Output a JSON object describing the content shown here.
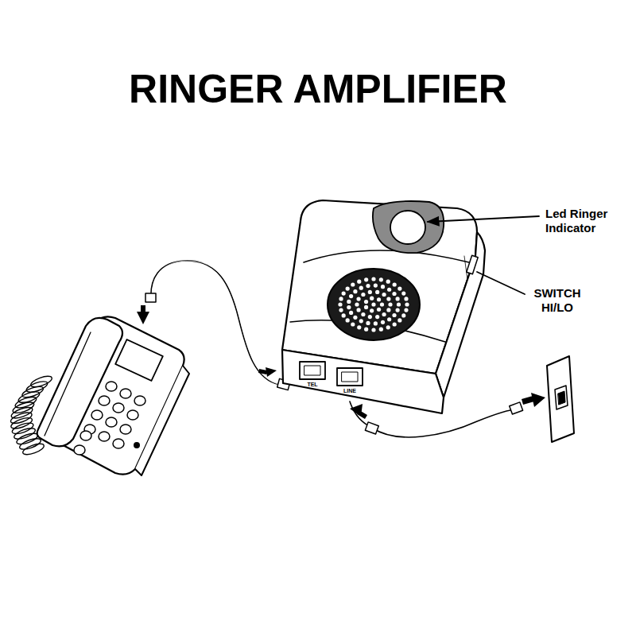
{
  "diagram": {
    "title": "RINGER AMPLIFIER",
    "labels": [
      "Led Ringer Indicator",
      "SWITCH HI/LO",
      "TEL",
      "LINE"
    ]
  }
}
